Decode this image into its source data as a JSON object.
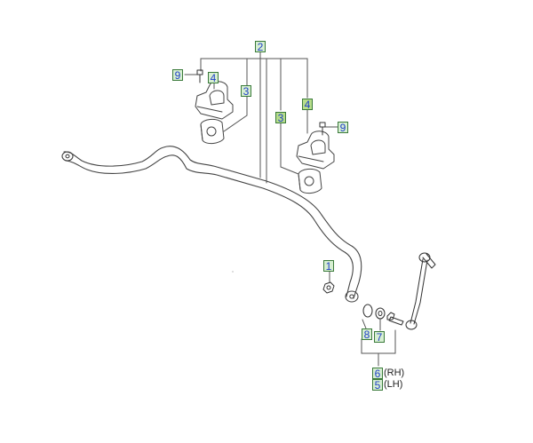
{
  "callouts": {
    "c1": "1",
    "c2": "2",
    "c3_left": "3",
    "c3_right": "3",
    "c4_left": "4",
    "c4_right": "4",
    "c5": "5",
    "c6": "6",
    "c7": "7",
    "c8": "8",
    "c9_left": "9",
    "c9_right": "9"
  },
  "side_labels": {
    "rh": "(RH)",
    "lh": "(LH)"
  },
  "colors": {
    "callout_text": "#1f3fc8",
    "callout_border": "#3a7a3a",
    "callout_fill": "#d7efd2",
    "callout_fill_alt": "#b7dd8a",
    "line": "#555555"
  }
}
